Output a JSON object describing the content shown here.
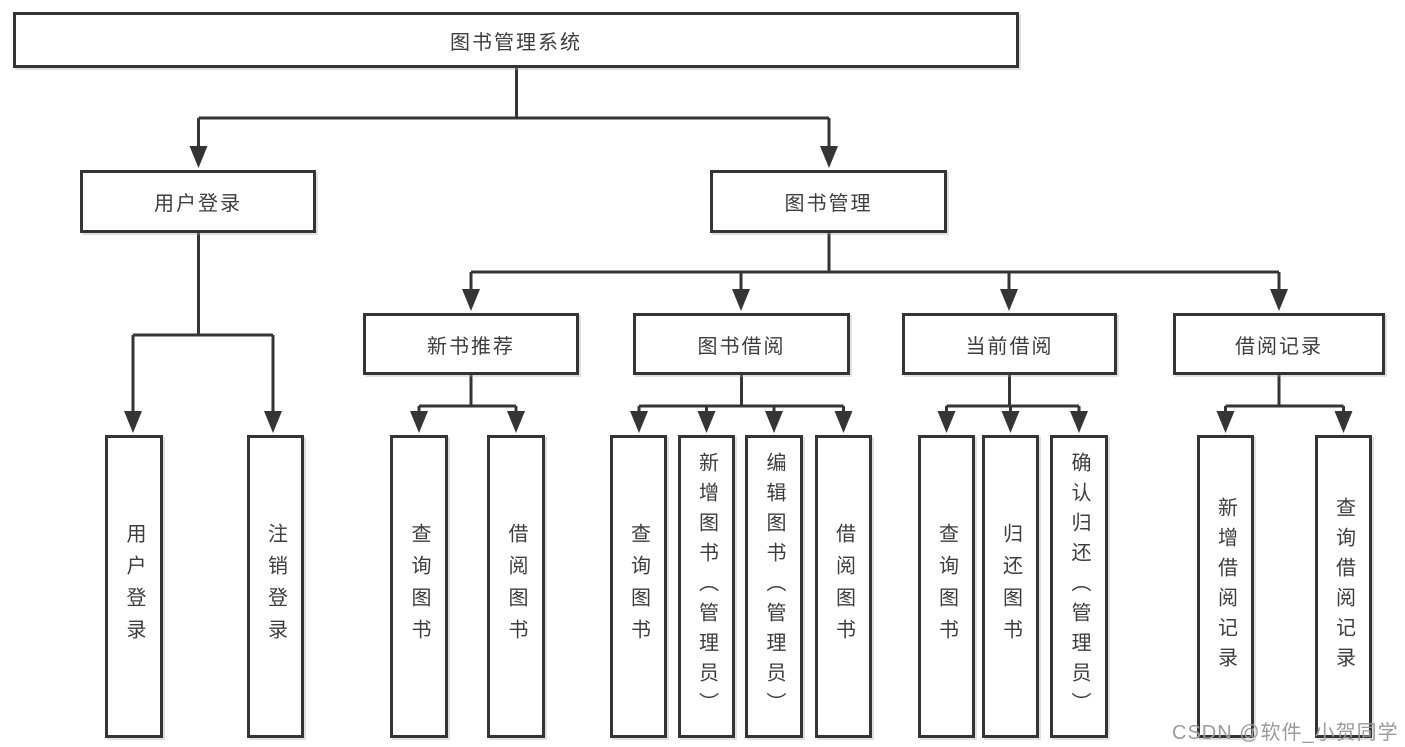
{
  "diagram": {
    "title": "图书管理系统",
    "nodes": {
      "root": "图书管理系统",
      "user_login": "用户登录",
      "book_mgmt": "图书管理",
      "new_book_rec": "新书推荐",
      "book_borrow": "图书借阅",
      "current_borrow": "当前借阅",
      "borrow_records": "借阅记录",
      "leaves": {
        "user_login": [
          "用户登录",
          "注销登录"
        ],
        "new_book_rec": [
          "查询图书",
          "借阅图书"
        ],
        "book_borrow": [
          "查询图书",
          "新增图书（管理员）",
          "编辑图书（管理员）",
          "借阅图书"
        ],
        "current_borrow": [
          "查询图书",
          "归还图书",
          "确认归还（管理员）"
        ],
        "borrow_records": [
          "新增借阅记录",
          "查询借阅记录"
        ]
      }
    }
  },
  "watermark": "CSDN @软件_小贺同学",
  "colors": {
    "line": "#353535",
    "box_border": "#343434",
    "text": "#3d3d3d",
    "watermark": "#9b9b9f",
    "background": "#ffffff"
  }
}
